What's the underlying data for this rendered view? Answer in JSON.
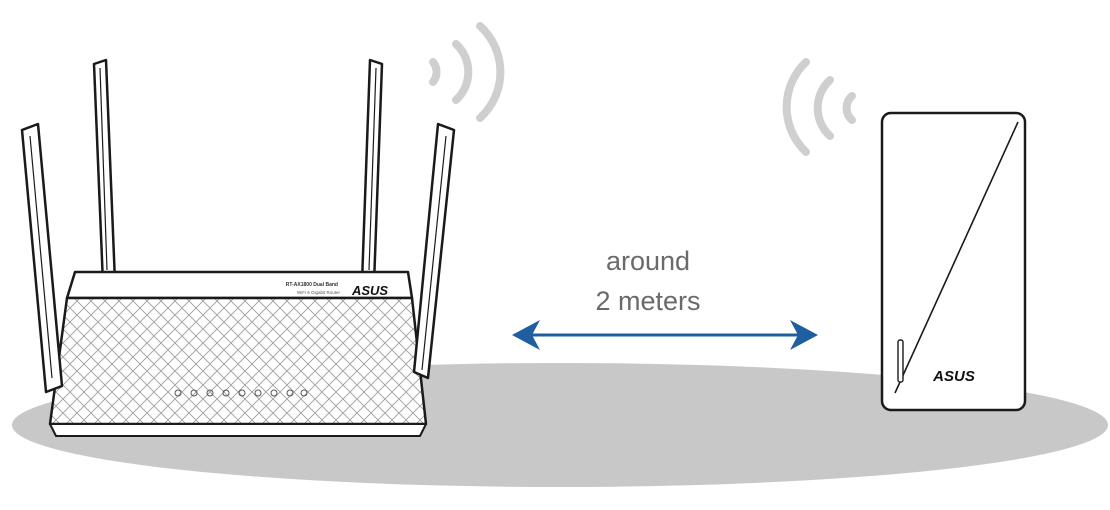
{
  "distance": {
    "line1": "around",
    "line2": "2 meters"
  },
  "router": {
    "brand": "ASUS",
    "model_text": "RT-AX1800 Dual Band",
    "subtitle_text": "WiFi 6 Gigabit Router"
  },
  "extender": {
    "brand": "ASUS"
  },
  "colors": {
    "arrow": "#1f5fa0",
    "shadow": "#c8c8c8",
    "wifi_waves": "#cfcfcf",
    "label": "#6a6a6a",
    "outline": "#1a1a1a"
  },
  "icons": [
    "wifi-signal-icon",
    "double-arrow-icon",
    "asus-logo-icon"
  ]
}
